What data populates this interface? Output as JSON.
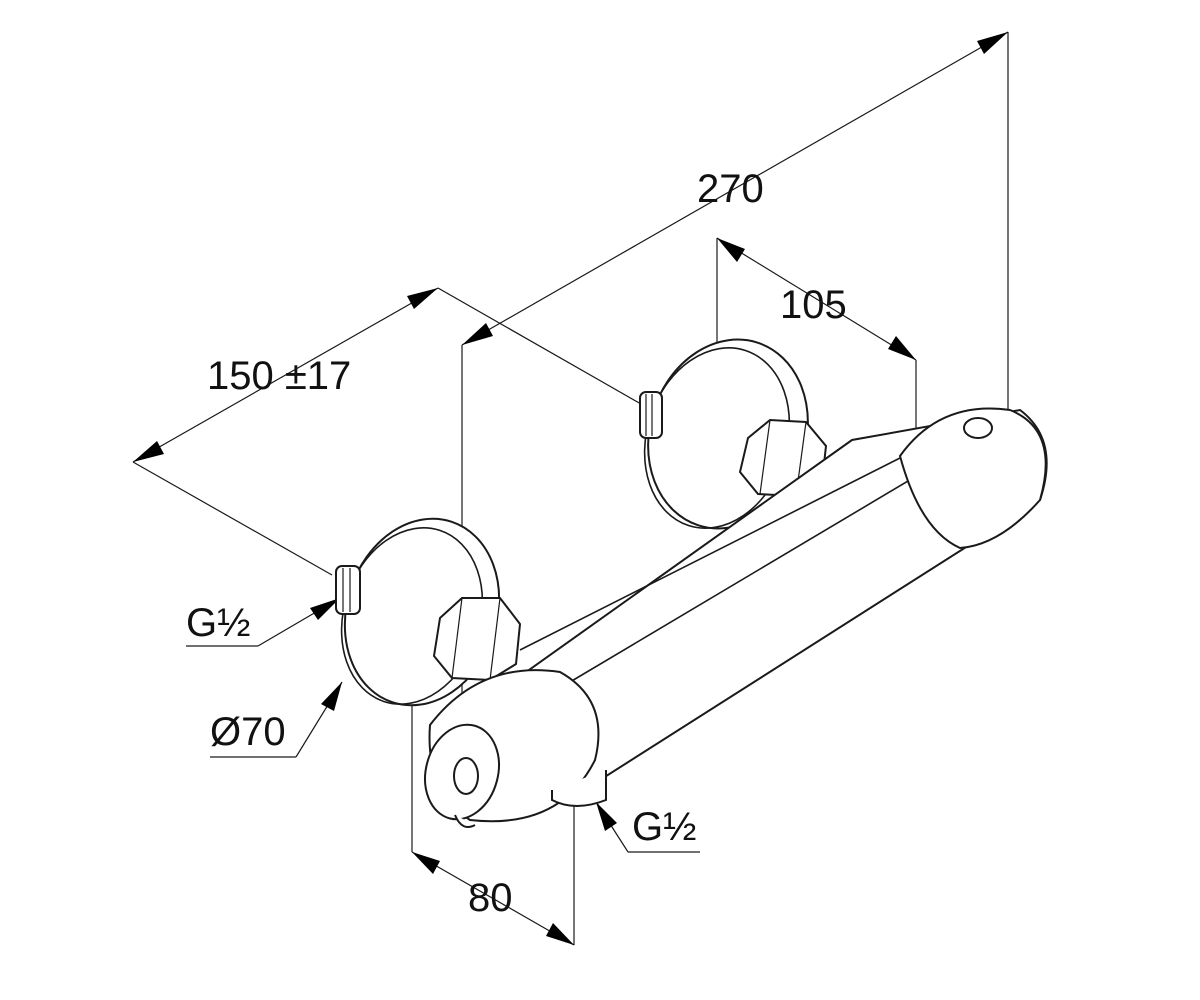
{
  "drawing": {
    "dimensions": {
      "overall_length": "270",
      "handle_depth": "105",
      "connection_spacing": "150 ±17",
      "projection": "80"
    },
    "callouts": {
      "inlet_thread_left": "G½",
      "rosette_diameter": "Ø70",
      "outlet_thread": "G½"
    }
  }
}
